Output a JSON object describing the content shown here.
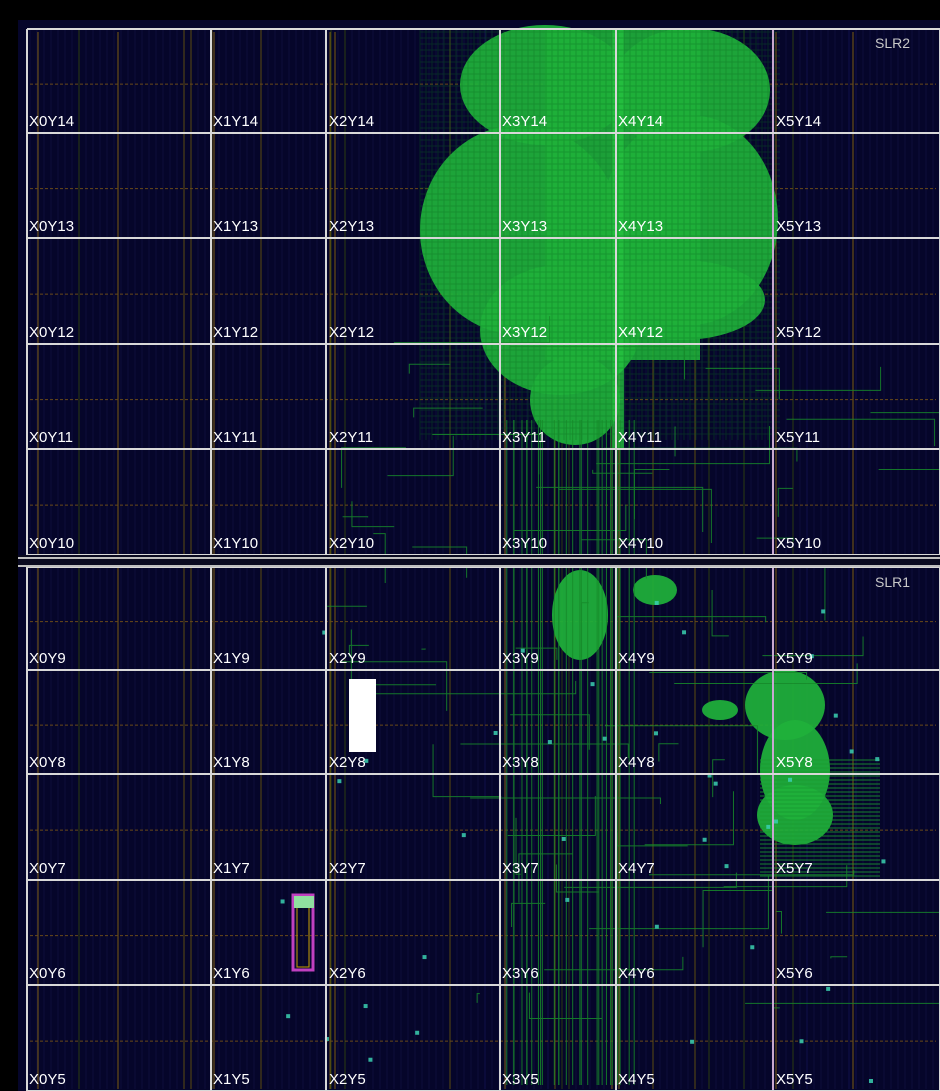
{
  "view": {
    "title": "Device",
    "background_color": "#05052a",
    "frame_color": "#000000",
    "clock_region_border_color": "#d8d8d8",
    "slr_border_color": "#c8a8d0",
    "slr_separator_color": "#bfbfbf",
    "placement_color": "#1fb03a",
    "placement_highlight_color": "#2ecc55",
    "routing_color": "#178a2a",
    "selected_cell_color": "#ffffff",
    "selected_pblock_color": "#c040c0"
  },
  "slrs": [
    {
      "name": "SLR2",
      "rows": [
        10,
        11,
        12,
        13,
        14
      ]
    },
    {
      "name": "SLR1",
      "rows": [
        5,
        6,
        7,
        8,
        9
      ]
    }
  ],
  "clock_regions": {
    "columns": [
      "X0",
      "X1",
      "X2",
      "X3",
      "X4",
      "X5"
    ],
    "rows_top_to_bottom": [
      "Y14",
      "Y13",
      "Y12",
      "Y11",
      "Y10",
      "Y9",
      "Y8",
      "Y7",
      "Y6",
      "Y5"
    ],
    "labels": [
      [
        "X0Y14",
        "X1Y14",
        "X2Y14",
        "X3Y14",
        "X4Y14",
        "X5Y14"
      ],
      [
        "X0Y13",
        "X1Y13",
        "X2Y13",
        "X3Y13",
        "X4Y13",
        "X5Y13"
      ],
      [
        "X0Y12",
        "X1Y12",
        "X2Y12",
        "X3Y12",
        "X4Y12",
        "X5Y12"
      ],
      [
        "X0Y11",
        "X1Y11",
        "X2Y11",
        "X3Y11",
        "X4Y11",
        "X5Y11"
      ],
      [
        "X0Y10",
        "X1Y10",
        "X2Y10",
        "X3Y10",
        "X4Y10",
        "X5Y10"
      ],
      [
        "X0Y9",
        "X1Y9",
        "X2Y9",
        "X3Y9",
        "X4Y9",
        "X5Y9"
      ],
      [
        "X0Y8",
        "X1Y8",
        "X2Y8",
        "X3Y8",
        "X4Y8",
        "X5Y8"
      ],
      [
        "X0Y7",
        "X1Y7",
        "X2Y7",
        "X3Y7",
        "X4Y7",
        "X5Y7"
      ],
      [
        "X0Y6",
        "X1Y6",
        "X2Y6",
        "X3Y6",
        "X4Y6",
        "X5Y6"
      ],
      [
        "X0Y5",
        "X1Y5",
        "X2Y5",
        "X3Y5",
        "X4Y5",
        "X5Y5"
      ]
    ]
  }
}
